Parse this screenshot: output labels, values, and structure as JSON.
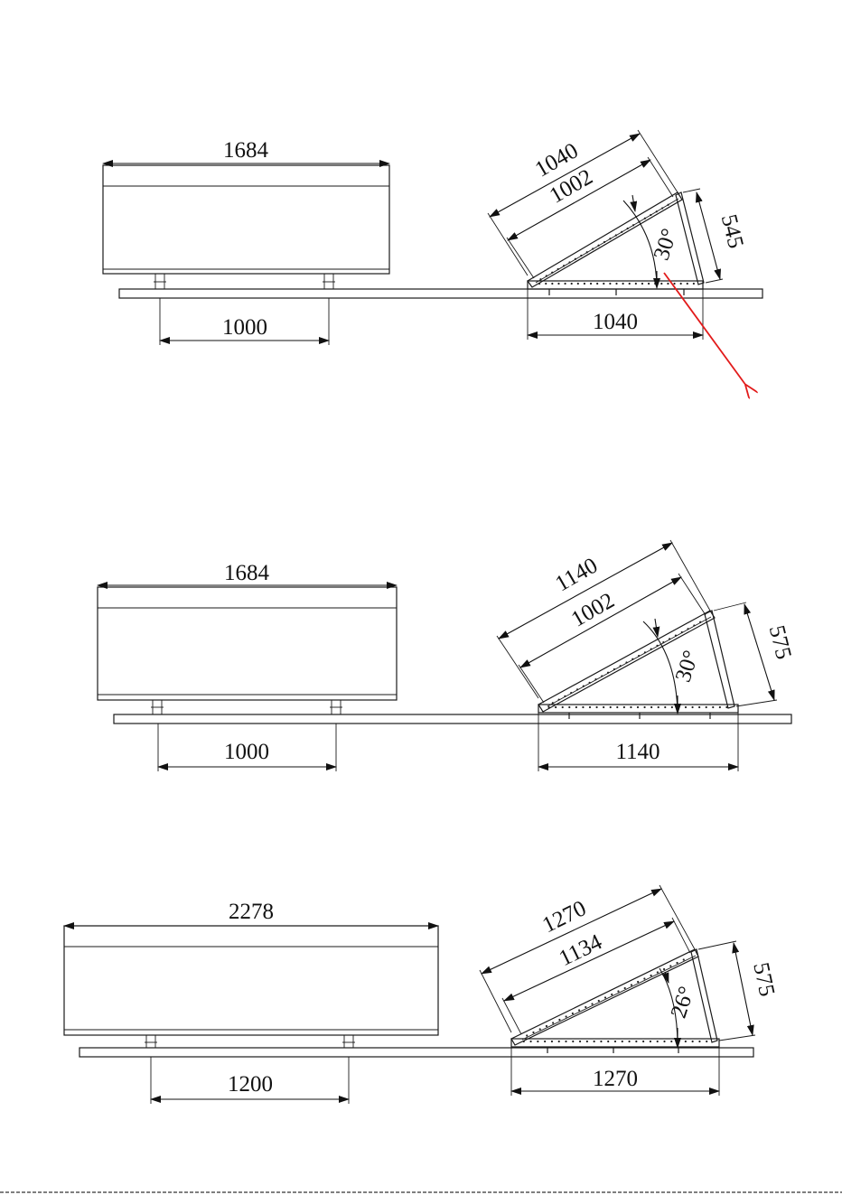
{
  "colors": {
    "line": "#1a1a1a",
    "callout_arrow": "#e21b1b"
  },
  "views": [
    {
      "name": "config-1",
      "front": {
        "panel_width": "1684",
        "mount_spacing": "1000"
      },
      "side": {
        "top_length": "1040",
        "rail_length": "1002",
        "rear_leg": "545",
        "angle": "30°",
        "base_length": "1040"
      },
      "callout_arrow": true
    },
    {
      "name": "config-2",
      "front": {
        "panel_width": "1684",
        "mount_spacing": "1000"
      },
      "side": {
        "top_length": "1140",
        "rail_length": "1002",
        "rear_leg": "575",
        "angle": "30°",
        "base_length": "1140"
      },
      "callout_arrow": false
    },
    {
      "name": "config-3",
      "front": {
        "panel_width": "2278",
        "mount_spacing": "1200"
      },
      "side": {
        "top_length": "1270",
        "rail_length": "1134",
        "rear_leg": "575",
        "angle": "26°",
        "base_length": "1270"
      },
      "callout_arrow": false
    }
  ]
}
